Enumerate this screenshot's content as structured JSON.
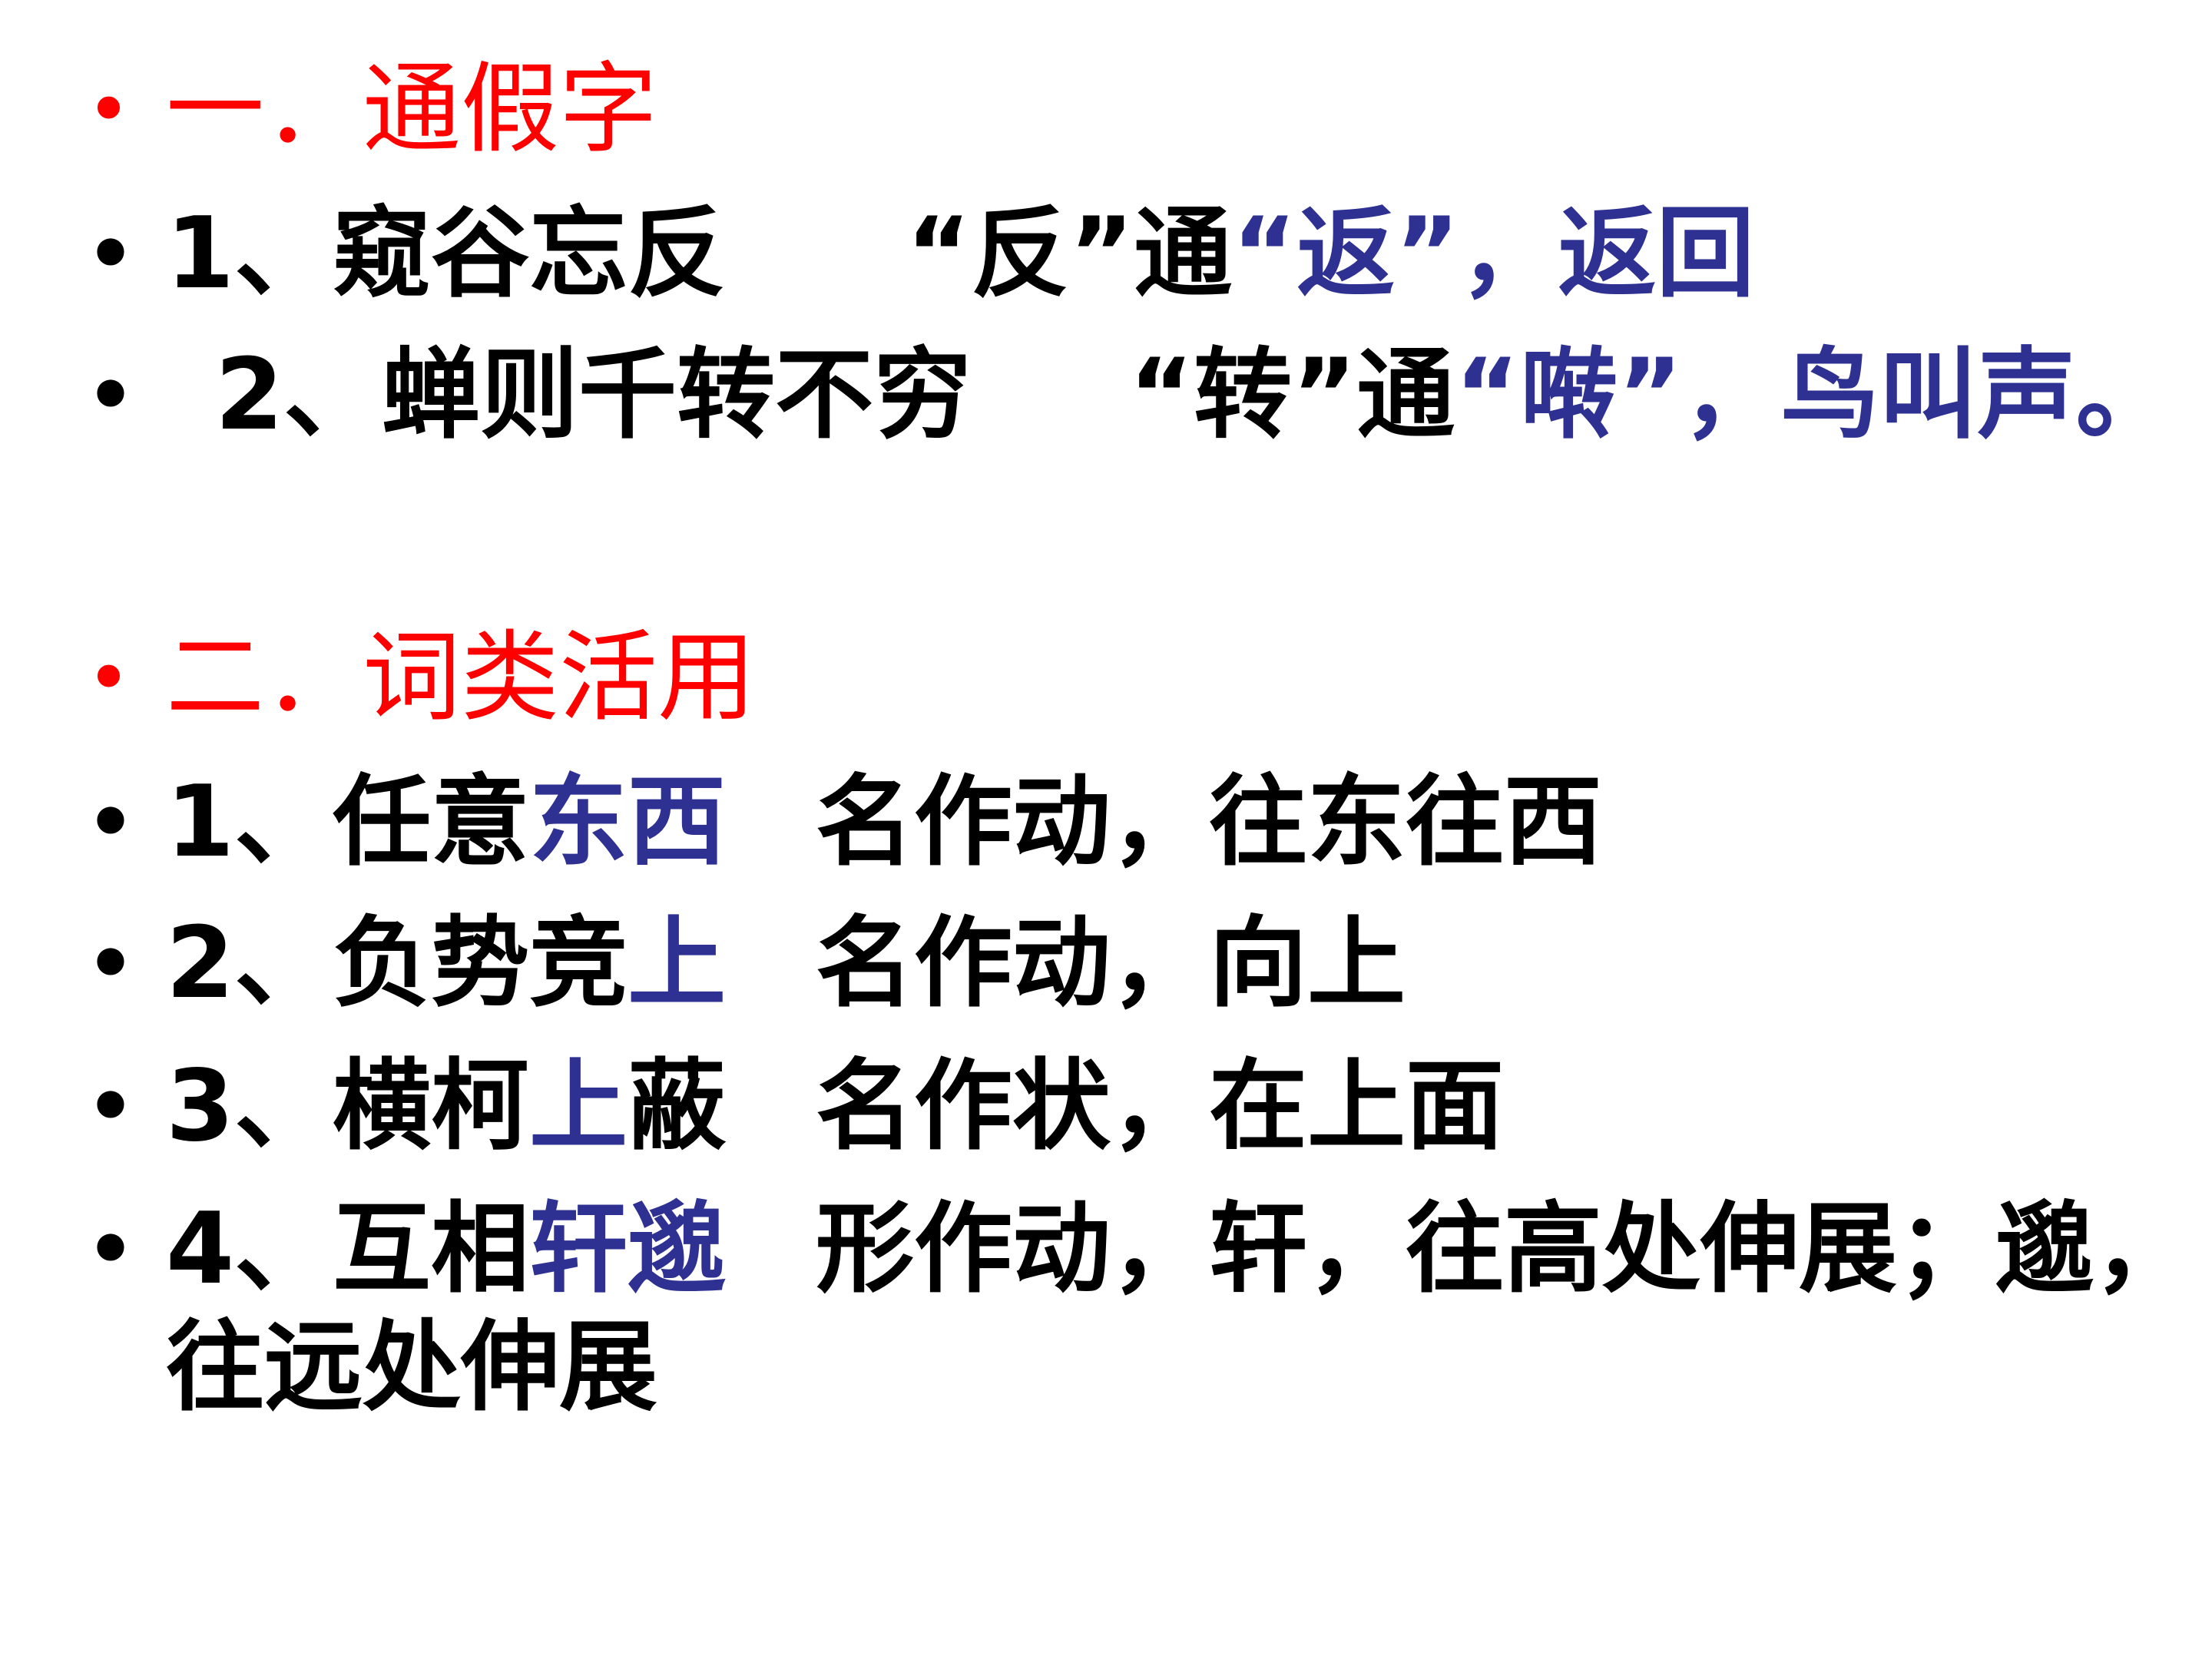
{
  "colors": {
    "heading": "#ff0000",
    "highlight": "#2e3192",
    "text": "#000000"
  },
  "section1": {
    "heading": "一．通假字",
    "items": [
      {
        "num": "1、",
        "phrase": "窥谷忘反",
        "q_open": "“",
        "char": "反",
        "q_close": "”",
        "tong": "通",
        "target": "“返”",
        "comma": "，",
        "meaning": "返回"
      },
      {
        "num": "2、",
        "phrase": "蝉则千转不穷",
        "q_open": "“",
        "char": "转",
        "q_close": "”",
        "tong": "通",
        "target": "“啭”",
        "comma": "，",
        "meaning": "鸟叫声。"
      }
    ]
  },
  "section2": {
    "heading": "二．词类活用",
    "items": [
      {
        "num": "1、",
        "pre": "任意",
        "hl": "东西",
        "post": "",
        "explain": "名作动，往东往西"
      },
      {
        "num": "2、",
        "pre": "负势竞",
        "hl": "上",
        "post": "",
        "explain": "名作动，向上"
      },
      {
        "num": "3、",
        "pre": "横柯",
        "hl": "上",
        "post": "蔽",
        "explain": "名作状，在上面"
      },
      {
        "num": "4、",
        "pre": "互相",
        "hl": "轩邈",
        "post": "",
        "explain": "形作动，轩，往高处伸展；邈，",
        "explain2": "往远处伸展"
      }
    ]
  }
}
